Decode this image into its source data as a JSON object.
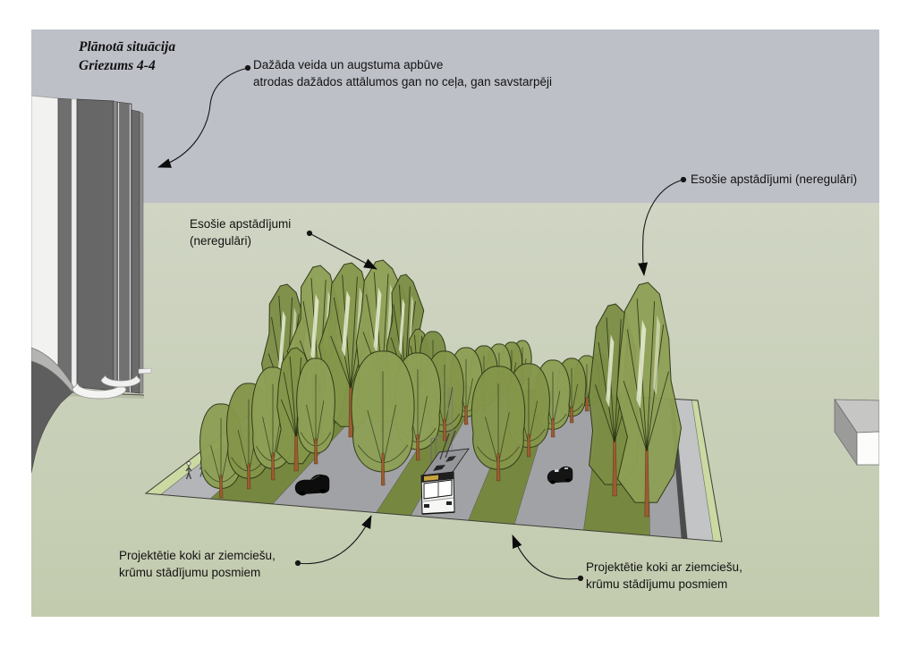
{
  "title": {
    "line1": "Plānotā situācija",
    "line2": "Griezums 4-4"
  },
  "annotations": {
    "buildings": {
      "line1": "Dažāda veida un augstuma apbūve",
      "line2": "atrodas dažādos attālumos gan no ceļa, gan savstarpēji"
    },
    "existing_left": {
      "line1": "Esošie apstādījumi",
      "line2": "(neregulāri)"
    },
    "existing_right": {
      "line1": "Esošie apstādījumi (neregulāri)"
    },
    "projected_left": {
      "line1": "Projektētie koki ar ziemciešu,",
      "line2": "krūmu stādījumu posmiem"
    },
    "projected_right": {
      "line1": "Projektētie koki ar ziemciešu,",
      "line2": "krūmu stādījumu posmiem"
    }
  },
  "colors": {
    "sky": "#bec0c8",
    "ground_top": "#d0d5c4",
    "ground_bottom": "#c2cbae",
    "street": {
      "edge_green": "#cbd9a3",
      "sidewalk": "#b4b5b8",
      "sidewalk_far": "#c3c4c6",
      "road": "#a1a2a5",
      "planting_green": "#76883f",
      "divider_dark": "#4b4b4d"
    },
    "tree": {
      "fill": "#8d9f54",
      "fill_alt": "#84964a",
      "fill_back": "#7b8d45",
      "outline": "#313b19",
      "trunk": "#9b5c31"
    },
    "building": {
      "facade_dark": "#676767",
      "facade_white": "#f2f2f1",
      "cylinder": "#5e5e5e"
    },
    "box": {
      "top": "#c6c6c5",
      "side": "#9b9b9a",
      "front": "#fcfcfb"
    },
    "bus": {
      "body": "#f6f6f5",
      "sign": "#c8a23c"
    },
    "annotation_line": "#161616"
  }
}
